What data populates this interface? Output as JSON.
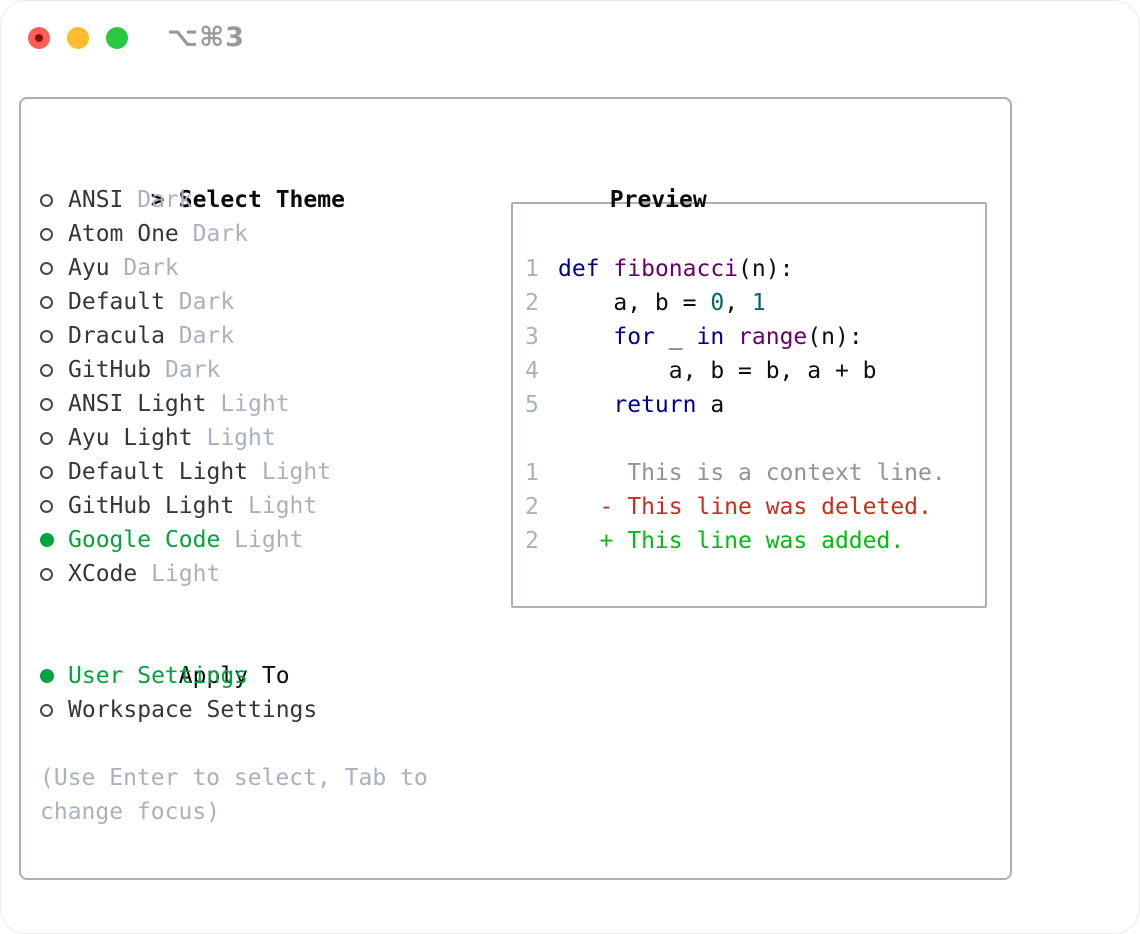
{
  "window": {
    "title": "⌥⌘3"
  },
  "theme_list": {
    "prompt": ">",
    "title": "Select Theme",
    "items": [
      {
        "name": "ANSI",
        "variant": "Dark",
        "selected": false
      },
      {
        "name": "Atom One",
        "variant": "Dark",
        "selected": false
      },
      {
        "name": "Ayu",
        "variant": "Dark",
        "selected": false
      },
      {
        "name": "Default",
        "variant": "Dark",
        "selected": false
      },
      {
        "name": "Dracula",
        "variant": "Dark",
        "selected": false
      },
      {
        "name": "GitHub",
        "variant": "Dark",
        "selected": false
      },
      {
        "name": "ANSI Light",
        "variant": "Light",
        "selected": false
      },
      {
        "name": "Ayu Light",
        "variant": "Light",
        "selected": false
      },
      {
        "name": "Default Light",
        "variant": "Light",
        "selected": false
      },
      {
        "name": "GitHub Light",
        "variant": "Light",
        "selected": false
      },
      {
        "name": "Google Code",
        "variant": "Light",
        "selected": true
      },
      {
        "name": "XCode",
        "variant": "Light",
        "selected": false
      }
    ]
  },
  "apply_to": {
    "title": "Apply To",
    "options": [
      {
        "label": "User Settings",
        "selected": true
      },
      {
        "label": "Workspace Settings",
        "selected": false
      }
    ]
  },
  "hint": "(Use Enter to select, Tab to change focus)",
  "preview": {
    "title": "Preview",
    "lines": [
      {
        "num": "1",
        "tokens": [
          {
            "t": "def",
            "c": "kw"
          },
          {
            "t": " ",
            "c": "plain"
          },
          {
            "t": "fibonacci",
            "c": "fn"
          },
          {
            "t": "(n):",
            "c": "plain"
          }
        ]
      },
      {
        "num": "2",
        "tokens": [
          {
            "t": "    a, b = ",
            "c": "plain"
          },
          {
            "t": "0",
            "c": "num"
          },
          {
            "t": ", ",
            "c": "plain"
          },
          {
            "t": "1",
            "c": "num"
          }
        ]
      },
      {
        "num": "3",
        "tokens": [
          {
            "t": "    ",
            "c": "plain"
          },
          {
            "t": "for",
            "c": "kw"
          },
          {
            "t": " _ ",
            "c": "plain"
          },
          {
            "t": "in",
            "c": "kw"
          },
          {
            "t": " ",
            "c": "plain"
          },
          {
            "t": "range",
            "c": "fn"
          },
          {
            "t": "(n):",
            "c": "plain"
          }
        ]
      },
      {
        "num": "4",
        "tokens": [
          {
            "t": "        a, b = b, a + b",
            "c": "plain"
          }
        ]
      },
      {
        "num": "5",
        "tokens": [
          {
            "t": "    ",
            "c": "plain"
          },
          {
            "t": "return",
            "c": "kw"
          },
          {
            "t": " a",
            "c": "plain"
          }
        ]
      },
      {
        "num": "",
        "tokens": []
      },
      {
        "num": "1",
        "tokens": [
          {
            "t": "     This is a context line.",
            "c": "ctx"
          }
        ]
      },
      {
        "num": "2",
        "tokens": [
          {
            "t": "   - This line was deleted.",
            "c": "del"
          }
        ]
      },
      {
        "num": "2",
        "tokens": [
          {
            "t": "   + This line was added.",
            "c": "add"
          }
        ]
      }
    ]
  },
  "colors": {
    "selection_green": "#00a33c",
    "keyword_blue": "#000088",
    "function_purple": "#660066",
    "number_teal": "#006666",
    "context_gray": "#8e9499",
    "diff_deleted_red": "#c62d1c",
    "diff_added_green": "#00bb11",
    "muted_gray": "#a9b2bc",
    "border_gray": "#a9b0b8",
    "traffic_red": "#ff5f57",
    "traffic_yellow": "#febc2e",
    "traffic_green": "#28c840"
  }
}
